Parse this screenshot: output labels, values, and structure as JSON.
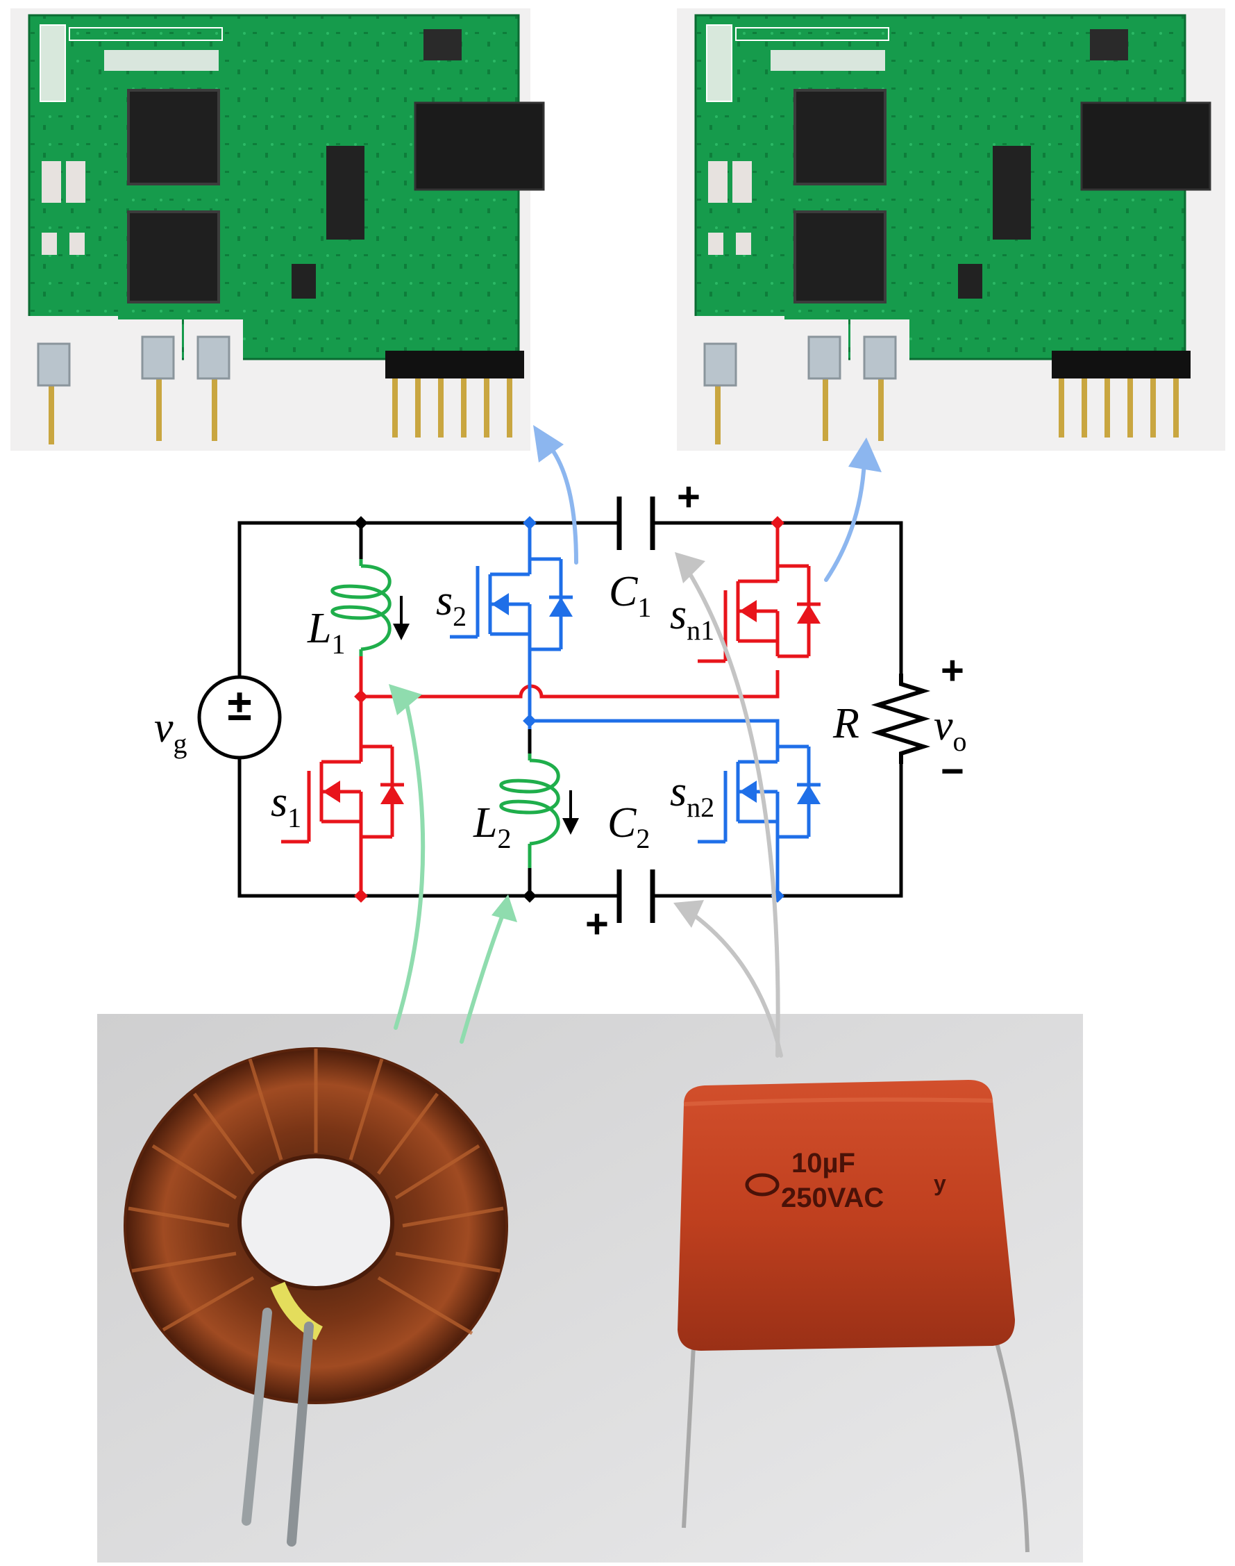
{
  "labels": {
    "vg": {
      "main": "v",
      "sub": "g"
    },
    "L1": {
      "main": "L",
      "sub": "1"
    },
    "L2": {
      "main": "L",
      "sub": "2"
    },
    "C1": {
      "main": "C",
      "sub": "1"
    },
    "C2": {
      "main": "C",
      "sub": "2"
    },
    "s1": {
      "main": "s",
      "sub": "1"
    },
    "s2": {
      "main": "s",
      "sub": "2"
    },
    "sn1": {
      "main": "s",
      "sub": "n1"
    },
    "sn2": {
      "main": "s",
      "sub": "n2"
    },
    "R": "R",
    "vo": {
      "main": "v",
      "sub": "o"
    },
    "plus": "+",
    "minus": "−",
    "source_symbol": "±"
  },
  "capacitor_photo": {
    "line1": "10µF",
    "line2": "250VAC",
    "mark": "y"
  },
  "colors": {
    "wire": "#000000",
    "red_switch": "#e8141b",
    "blue_switch": "#1f6fe8",
    "inductor": "#1fae4b",
    "arrow_green": "#8fdcae",
    "arrow_blue": "#8cb6ef",
    "arrow_gray": "#c4c4c4",
    "pcb": "#149a4a"
  }
}
